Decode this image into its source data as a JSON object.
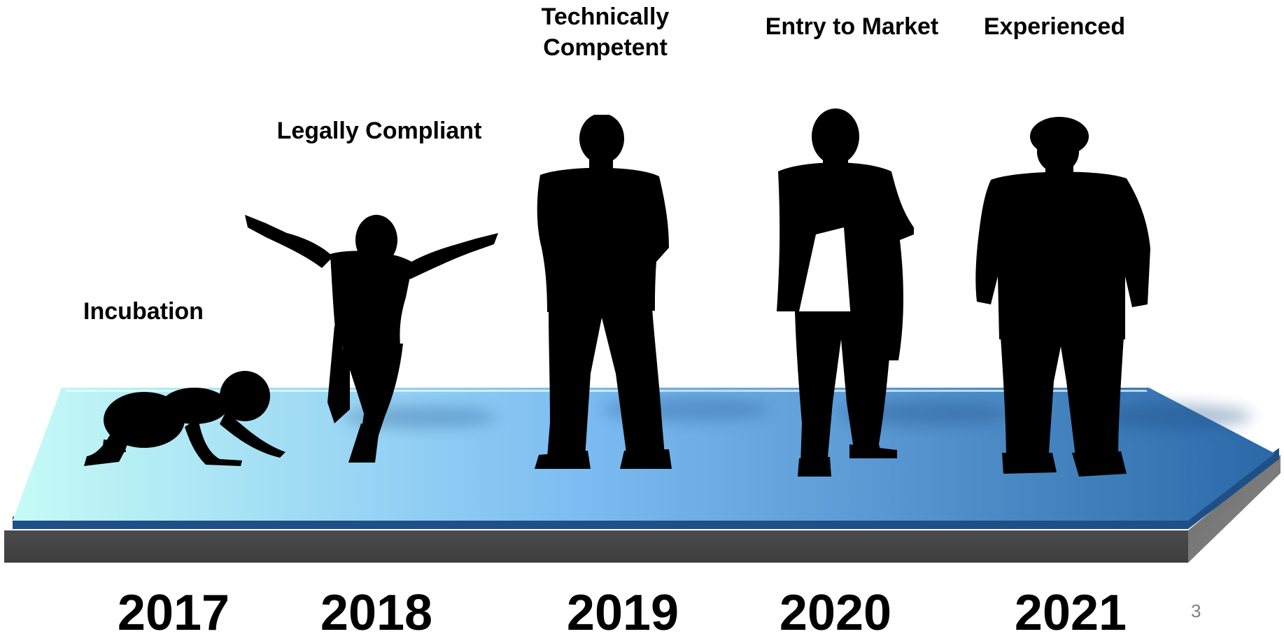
{
  "stages": [
    {
      "label": "Incubation",
      "year": "2017",
      "figure": "crawling-baby-silhouette"
    },
    {
      "label": "Legally Compliant",
      "year": "2018",
      "figure": "jumping-child-silhouette"
    },
    {
      "label": "Technically\nCompetent",
      "year": "2019",
      "figure": "standing-teen-silhouette"
    },
    {
      "label": "Entry to Market",
      "year": "2020",
      "figure": "standing-young-man-silhouette"
    },
    {
      "label": "Experienced",
      "year": "2021",
      "figure": "standing-adult-man-silhouette"
    }
  ],
  "slide_number": "3",
  "colors": {
    "platform_light": "#bff8f8",
    "platform_mid": "#7ab8f0",
    "platform_dark": "#2a6aac",
    "platform_edge": "#1e4f86",
    "platform_side": "#5a5a5a",
    "silhouette": "#000000",
    "slide_number": "#808080"
  }
}
